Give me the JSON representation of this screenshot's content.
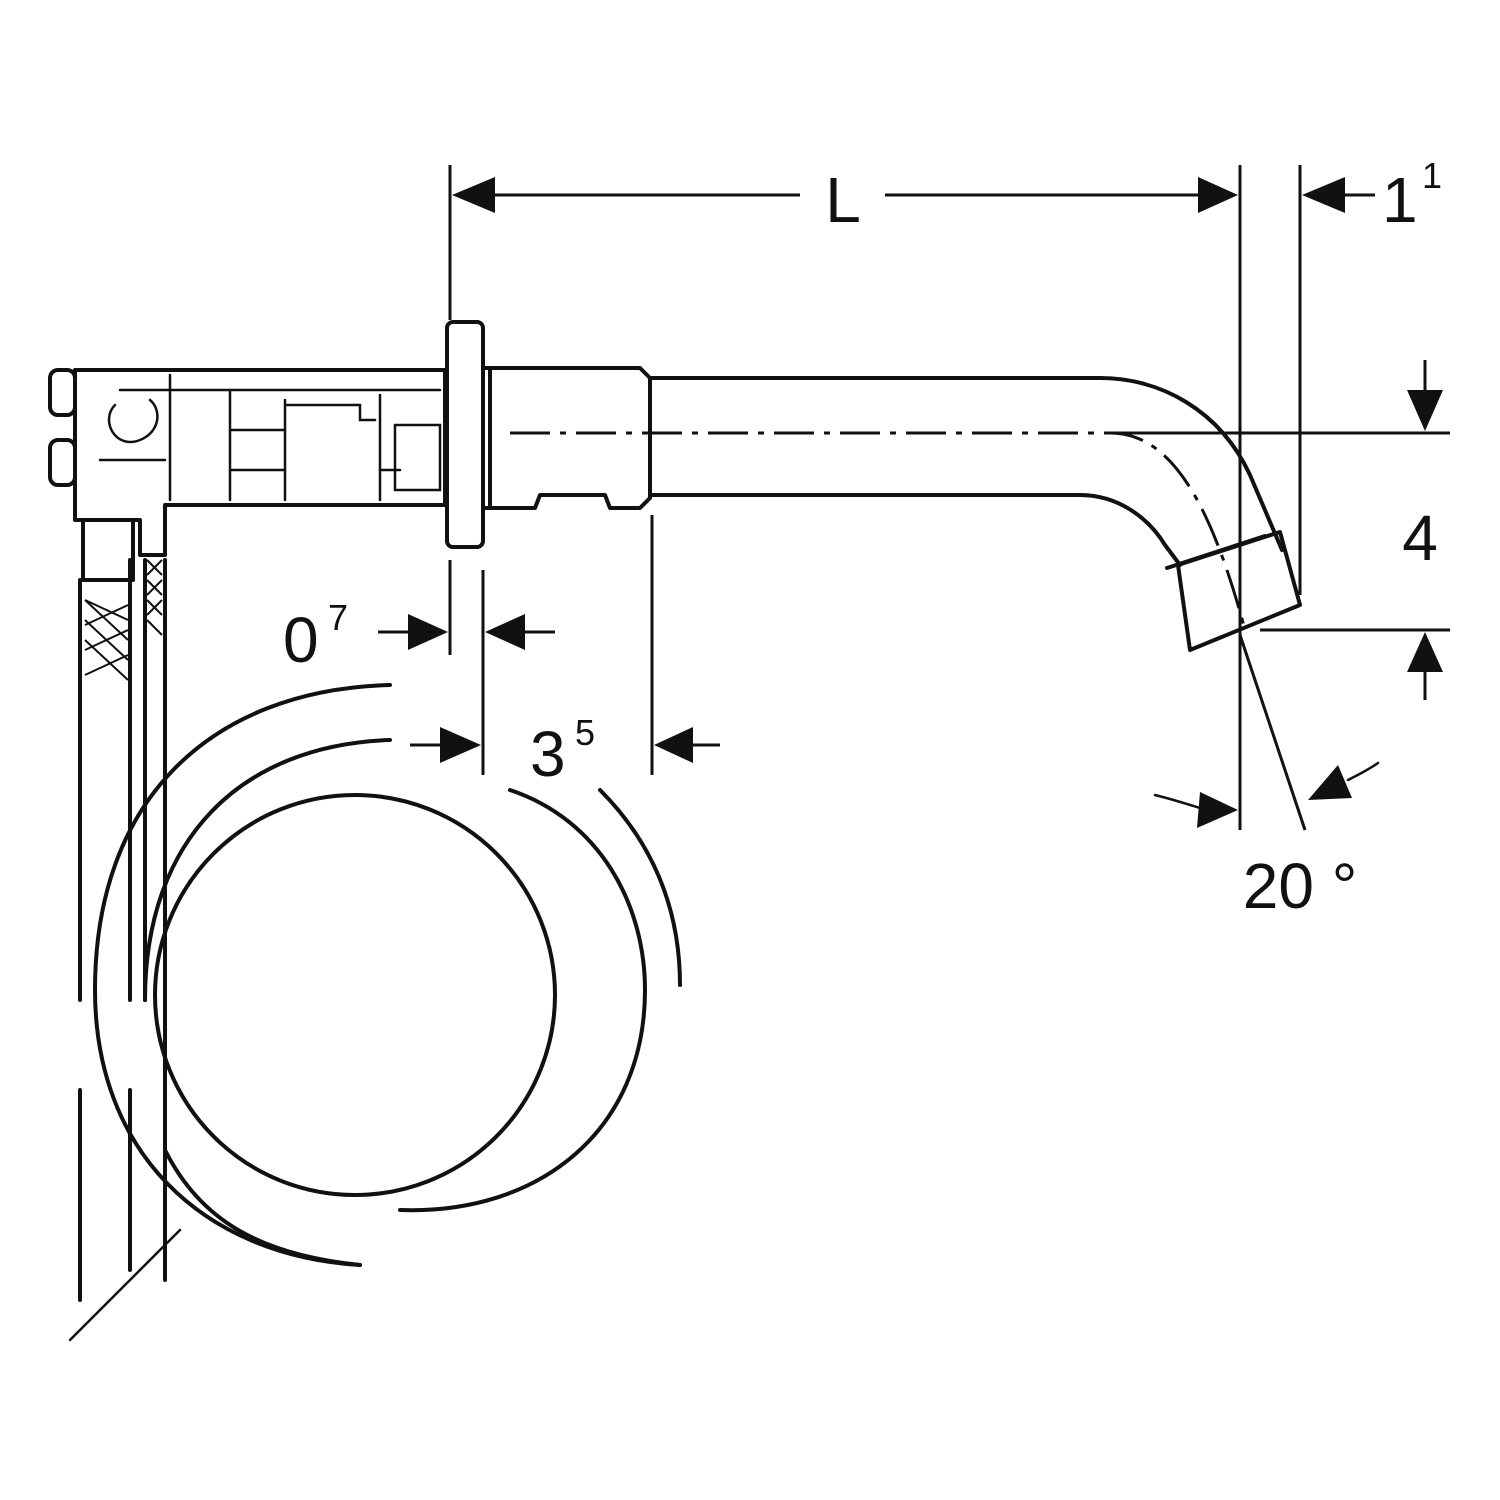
{
  "diagram": {
    "dimensions": {
      "length": {
        "label": "L"
      },
      "offset_top": {
        "main": "1",
        "sup": "1"
      },
      "height": {
        "label": "4"
      },
      "flange": {
        "main": "0",
        "sup": "7"
      },
      "sleeve": {
        "main": "3",
        "sup": "5"
      },
      "angle": {
        "label": "20 °"
      }
    }
  }
}
